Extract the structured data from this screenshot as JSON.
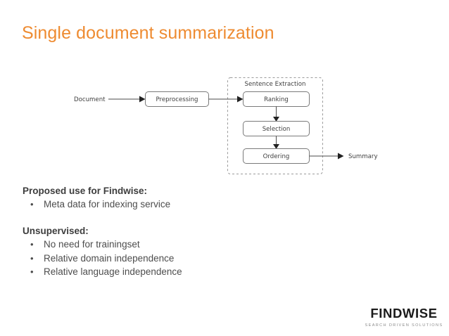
{
  "slide": {
    "title": "Single document summarization",
    "background_color": "#ffffff",
    "title_color": "#ee8b31",
    "body_text_color": "#4d4d4d"
  },
  "diagram": {
    "type": "flowchart",
    "input_label": "Document",
    "output_label": "Summary",
    "preprocessing_label": "Preprocessing",
    "group": {
      "label": "Sentence Extraction",
      "style": "dashed",
      "nodes": [
        {
          "label": "Ranking"
        },
        {
          "label": "Selection"
        },
        {
          "label": "Ordering"
        }
      ]
    },
    "edges": [
      {
        "from": "Document",
        "to": "Preprocessing"
      },
      {
        "from": "Preprocessing",
        "to": "Ranking"
      },
      {
        "from": "Ranking",
        "to": "Selection"
      },
      {
        "from": "Selection",
        "to": "Ordering"
      },
      {
        "from": "Ordering",
        "to": "Summary"
      }
    ]
  },
  "content": {
    "proposed": {
      "heading": "Proposed use for Findwise:",
      "bullets": [
        "Meta data for indexing service"
      ]
    },
    "unsupervised": {
      "heading": "Unsupervised:",
      "bullets": [
        "No need for trainingset",
        "Relative domain independence",
        "Relative language independence"
      ]
    },
    "bullet_glyph": "•"
  },
  "logo": {
    "wordmark": "FINDWISE",
    "tagline": "SEARCH DRIVEN SOLUTIONS"
  }
}
